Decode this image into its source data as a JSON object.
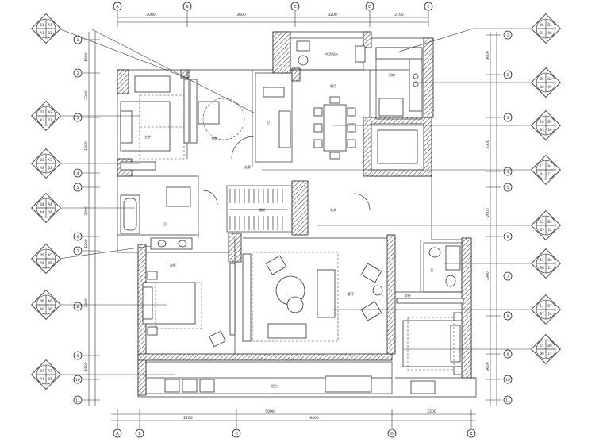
{
  "drawing": {
    "type": "floor-plan",
    "line_color": "#2a2a2a",
    "background": "#ffffff"
  },
  "top_axes": [
    "A",
    "B",
    "C",
    "D",
    "E"
  ],
  "bottom_axes": [
    "A",
    "B",
    "C",
    "D",
    "E"
  ],
  "left_axes": [
    "1",
    "2",
    "3",
    "4",
    "5",
    "6",
    "7",
    "8",
    "9",
    "10",
    "11"
  ],
  "right_axes": [
    "1",
    "2",
    "3",
    "4",
    "5",
    "6",
    "7",
    "8",
    "9",
    "10",
    "11"
  ],
  "top_dims": [
    "3000",
    "3600",
    "3200",
    "2100"
  ],
  "bottom_dims": [
    "2700",
    "5000",
    "6400",
    "2200"
  ],
  "left_dims": [
    "1500",
    "3300",
    "1200",
    "3000",
    "1200",
    "3800",
    "1500"
  ],
  "right_dims": [
    "3600",
    "3300",
    "2600",
    "3300",
    "3600"
  ],
  "room_labels": [
    {
      "id": "master-bedroom",
      "text": "主卧"
    },
    {
      "id": "study",
      "text": "书房"
    },
    {
      "id": "bath-1",
      "text": "卫"
    },
    {
      "id": "corridor",
      "text": "走廊"
    },
    {
      "id": "dining",
      "text": "餐厅"
    },
    {
      "id": "kitchen",
      "text": "厨房"
    },
    {
      "id": "laundry",
      "text": "生活阳台"
    },
    {
      "id": "stair",
      "text": "楼梯"
    },
    {
      "id": "foyer",
      "text": "玄关"
    },
    {
      "id": "bath-2",
      "text": "卫"
    },
    {
      "id": "bedroom-2",
      "text": "次卧"
    },
    {
      "id": "living",
      "text": "客厅"
    },
    {
      "id": "bedroom-3",
      "text": "次卧"
    },
    {
      "id": "bath-3",
      "text": "卫"
    },
    {
      "id": "balcony",
      "text": "阳台"
    }
  ],
  "index_tags": {
    "left": [
      {
        "sheet": "01",
        "row": "A1"
      },
      {
        "sheet": "02",
        "row": "A2"
      },
      {
        "sheet": "03",
        "row": "A3"
      },
      {
        "sheet": "04",
        "row": "A4"
      },
      {
        "sheet": "05",
        "row": "A5"
      },
      {
        "sheet": "06",
        "row": "A6"
      },
      {
        "sheet": "07",
        "row": "A7"
      }
    ],
    "right": [
      {
        "sheet": "08",
        "row": "B1"
      },
      {
        "sheet": "09",
        "row": "B2"
      },
      {
        "sheet": "10",
        "row": "B3"
      },
      {
        "sheet": "11",
        "row": "B4"
      },
      {
        "sheet": "12",
        "row": "B5"
      },
      {
        "sheet": "13",
        "row": "B6"
      },
      {
        "sheet": "14",
        "row": "B7"
      },
      {
        "sheet": "15",
        "row": "B8"
      }
    ]
  }
}
